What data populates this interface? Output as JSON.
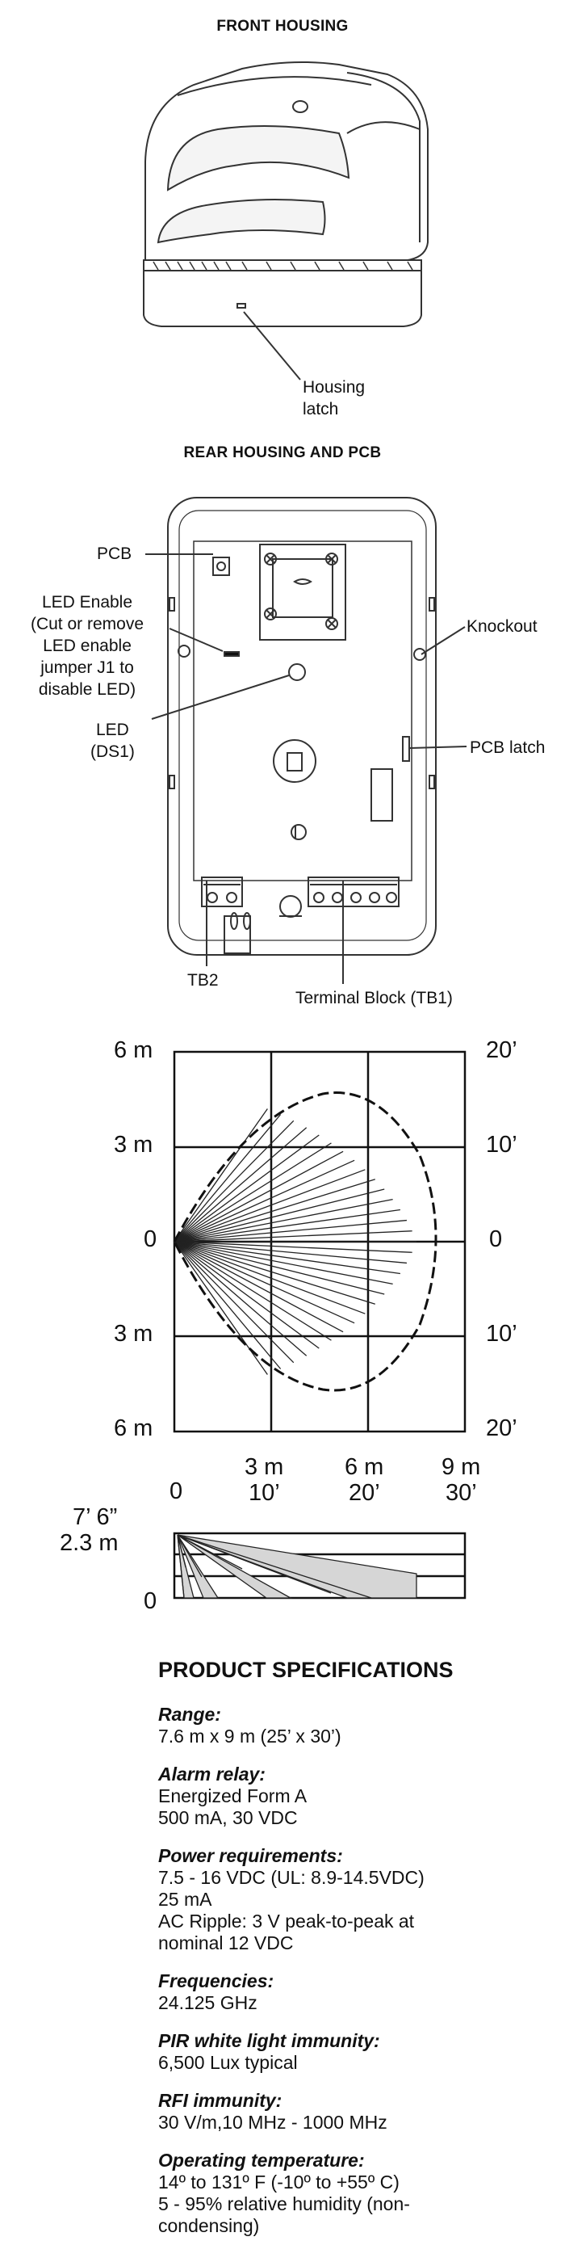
{
  "front_housing": {
    "title": "FRONT HOUSING",
    "latch_label": "Housing\nlatch"
  },
  "rear_housing": {
    "title": "REAR HOUSING AND PCB",
    "labels": {
      "pcb": "PCB",
      "led_enable": "LED Enable\n(Cut or remove\nLED enable\njumper J1 to\ndisable LED)",
      "led": "LED\n(DS1)",
      "knockout": "Knockout",
      "pcb_latch": "PCB latch",
      "tb2": "TB2",
      "tb1": "Terminal Block (TB1)"
    }
  },
  "coverage_top": {
    "left_labels": [
      "6 m",
      "3 m",
      "0",
      "3 m",
      "6 m"
    ],
    "right_labels": [
      "20’",
      "10’",
      "0",
      "10’",
      "20’"
    ],
    "bottom_m": [
      "3 m",
      "6 m",
      "9 m"
    ],
    "bottom_ft": [
      "10’",
      "20’",
      "30’"
    ],
    "origin_label": "0"
  },
  "coverage_side": {
    "top_ft": "7’ 6”",
    "top_m": "2.3 m",
    "bottom": "0"
  },
  "specs": {
    "heading": "PRODUCT SPECIFICATIONS",
    "items": [
      {
        "name": "Range:",
        "value": "7.6 m x 9 m (25’ x 30’)"
      },
      {
        "name": "Alarm relay:",
        "value": "Energized Form A\n500 mA, 30 VDC"
      },
      {
        "name": "Power requirements:",
        "value": "7.5 - 16 VDC (UL: 8.9-14.5VDC)\n25 mA\nAC Ripple: 3 V peak-to-peak at\nnominal 12 VDC"
      },
      {
        "name": "Frequencies:",
        "value": "24.125 GHz"
      },
      {
        "name": "PIR white light immunity:",
        "value": "6,500 Lux typical"
      },
      {
        "name": "RFI immunity:",
        "value": "30 V/m,10 MHz - 1000 MHz"
      },
      {
        "name": "Operating temperature:",
        "value": "14º to 131º F  (-10º to +55º C)\n5 - 95% relative humidity (non-\ncondensing)"
      }
    ]
  }
}
